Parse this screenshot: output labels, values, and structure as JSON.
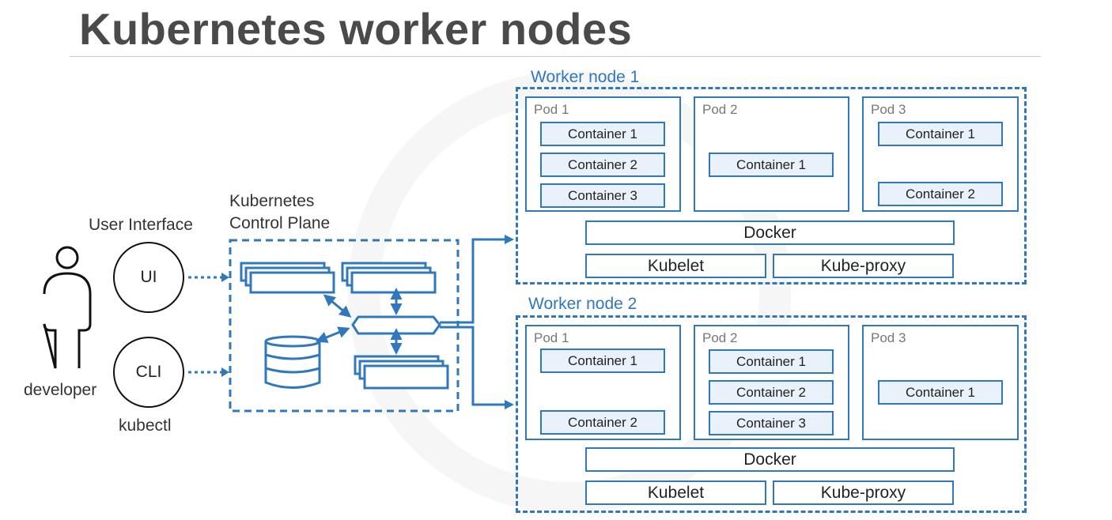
{
  "title": "Kubernetes worker nodes",
  "developer": {
    "label": "developer"
  },
  "user_interface": {
    "heading": "User Interface",
    "ui_label": "UI",
    "cli_label": "CLI",
    "cli_caption": "kubectl"
  },
  "control_plane": {
    "line1": "Kubernetes",
    "line2": "Control Plane"
  },
  "worker_nodes": [
    {
      "title": "Worker node 1",
      "pods": [
        {
          "label": "Pod 1",
          "containers": [
            "Container 1",
            "Container 2",
            "Container 3"
          ]
        },
        {
          "label": "Pod 2",
          "containers": [
            "Container 1"
          ]
        },
        {
          "label": "Pod 3",
          "containers": [
            "Container 1",
            "Container 2"
          ]
        }
      ],
      "docker": "Docker",
      "kubelet": "Kubelet",
      "kube_proxy": "Kube-proxy"
    },
    {
      "title": "Worker node 2",
      "pods": [
        {
          "label": "Pod 1",
          "containers": [
            "Container 1",
            "Container 2"
          ]
        },
        {
          "label": "Pod 2",
          "containers": [
            "Container 1",
            "Container 2",
            "Container 3"
          ]
        },
        {
          "label": "Pod 3",
          "containers": [
            "Container 1"
          ]
        }
      ],
      "docker": "Docker",
      "kubelet": "Kubelet",
      "kube_proxy": "Kube-proxy"
    }
  ],
  "colors": {
    "accent": "#2f78bd",
    "container_fill": "#e9f1fa",
    "title": "#4a4a4a"
  }
}
